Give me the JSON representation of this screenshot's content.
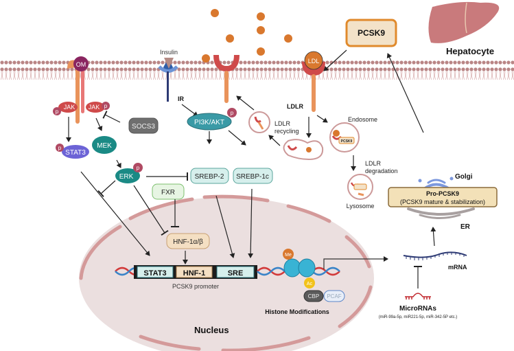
{
  "title_cell": "Hepatocyte",
  "extracellular": {
    "pcsk9": "PCSK9",
    "ldl": "LDL",
    "insulin": "Insulin",
    "om": "OM"
  },
  "membrane": {
    "ir": "IR",
    "ldlr": "LDLR"
  },
  "signaling": {
    "jak_left": "JAK",
    "jak_right": "JAK",
    "phospho": "p",
    "socs3": "SOCS3",
    "stat3": "STAT3",
    "mek": "MEK",
    "erk": "ERK",
    "pi3k": "PI3K/AKT",
    "srebp2": "SREBP-2",
    "srebp1c": "SREBP-1c",
    "fxr": "FXR",
    "hnf1ab": "HNF-1α/β"
  },
  "trafficking": {
    "recycling": [
      "LDLR",
      "recycling"
    ],
    "endosome": "Endosome",
    "degradation": [
      "LDLR",
      "degradation"
    ],
    "lysosome": "Lysosome",
    "pcsk9_small": "PCSK9"
  },
  "secretory": {
    "golgi": "Golgi",
    "pro_title": "Pro-PCSK9",
    "pro_sub": "(PCSK9 mature & stabilization)",
    "er": "ER",
    "mrna": "mRNA",
    "micrornas": "MicroRNAs",
    "micrornas_sub": "(miR-99a-5p, miR221-5p, miR-342-5P etc.)"
  },
  "nucleus": {
    "label": "Nucleus",
    "promoter_boxes": [
      "STAT3",
      "HNF-1",
      "SRE"
    ],
    "promoter_label": "PCSK9 promoter",
    "me": "Me",
    "ac": "Ac",
    "cbp": "CBP",
    "pcaf": "PCAF",
    "histone": "Histone Modifications"
  },
  "colors": {
    "membrane": "#b98585",
    "nucleus_fill": "#ebdfdf",
    "nucleus_edge": "#d49a9a",
    "orange": "#d9782e",
    "receptor_red": "#cf4a4a",
    "teal": "#1a8a85",
    "pi3k": "#3a9aa6",
    "purple": "#6c63d6",
    "socs3": "#6f6f6f",
    "srebp_fill": "#d6efec",
    "fxr_fill": "#e7f5e3",
    "hnf_fill": "#f4dfc3",
    "golgi": "#7c98de",
    "pro_fill": "#f3e1b8",
    "pcsk9_fill": "#f3e2c8",
    "pcsk9_edge": "#e08a2c"
  }
}
